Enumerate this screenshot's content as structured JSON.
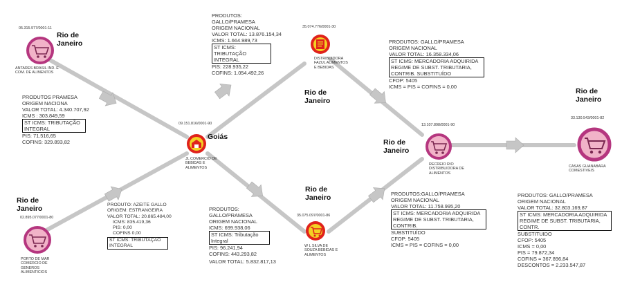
{
  "colors": {
    "ring": "#b5367f",
    "cart_fill": "#f1b3c8",
    "pin_red": "#e0221b",
    "pin_yellow": "#f3d123",
    "arrow": "#c6c6c6",
    "box_border": "#111111"
  },
  "nodes": {
    "antares": {
      "id": "05.315.977/0001-11",
      "city": "Rio de Janeiro",
      "name": "ANTARES BRASIL IND. E COM. DE ALIMENTOS",
      "icon": "shopping-cart-icon"
    },
    "porto": {
      "id": "02.895.077/0001-80",
      "city": "Rio de Janeiro",
      "name": "PORTO DE MAR COMERCIO DE GENEROS ALIMENTICIOS",
      "icon": "shopping-cart-icon"
    },
    "jl": {
      "id": "09.151.816/0001-90",
      "city": "Goiás",
      "name": "JL COMERCIO DE BEBIDAS E ALIMENTOS",
      "icon": "warehouse-pin-icon"
    },
    "azul": {
      "id": "35.074.776/0001-30",
      "city": "Rio de Janeiro",
      "name": "DISTRIBUIDORA FAZUL ALIMENTOS E BEBIDAS",
      "icon": "document-pin-icon"
    },
    "wl": {
      "id": "35.075.097/0001-86",
      "city": "Rio de Janeiro",
      "name": "W L SILVA DE SOUZA BEBIDAS E ALIMENTOS",
      "icon": "shopping-cart-icon"
    },
    "recreio": {
      "id": "13.107.898/0001-90",
      "city": "Rio de Janeiro",
      "name": "RECREIO RIO DISTRIBUIDORA DE ALIMENTOS",
      "icon": "shopping-cart-icon"
    },
    "casas": {
      "id": "33.130.543/0001-82",
      "city": "Rio de Janeiro",
      "name": "CASAS GUANABARA COMESTIVEIS",
      "icon": "shopping-cart-icon"
    }
  },
  "info": {
    "antares": {
      "l1": "PRODUTOS PRAMESA",
      "l2": "ORIGEM NACIONA",
      "l3": "VALOR TOTAL: 4.340.707,92",
      "l4": "ICMS : 303.849,59",
      "box": "ST ICMS: TRIBUTAÇÃO INTEGRAL",
      "l5": "PIS: 71.516,65",
      "l6": "COFINS: 329.893,82"
    },
    "porto": {
      "l1": "PRODUTO: AZEITE GALLO",
      "l2": "ORIGEM: ESTRANGEIRA",
      "l3": "VALOR TOTAL: 20.865.484,00",
      "l4": "ICMS: 835.419,36",
      "l5": "PIS: 0,00",
      "l6": "COFINS 0,00",
      "box": "ST ICMS: TRIBUTAÇÃO INTEGRAL"
    },
    "azul": {
      "l1": "PRODUTOS:",
      "l2": "GALLO/PRAMESA",
      "l3": "ORIGEM NACIONAL",
      "l4": "VALOR TOTAL: 13.876.154,34",
      "l5": "ICMS: 1.664.989,73",
      "box": "ST ICMS: TRIBUTAÇÃO INTEGRAL",
      "l6": "PIS: 228.935,22",
      "l7": "COFINS: 1.054.492,26"
    },
    "wl": {
      "l1": "PRODUTOS:",
      "l2": "GALLO/PRAMESA",
      "l3": "ORIGEM NACIONAL",
      "l4": "ICMS: 699.938,06",
      "box": "ST ICMS: Tributação Integral",
      "l5": "PIS: 96.241,94",
      "l6": "COFINS:   443.293,82",
      "l7": "VALOR TOTAL: 5.832.817,13"
    },
    "recreio_top": {
      "l1": "PRODUTOS: GALLO/PRAMESA",
      "l2": "ORIGEM NACIONAL",
      "l3": "VALOR TOTAL: 16.358.334,06",
      "box": "ST ICMS: MERCADORIA ADQUIRIDA REGIME DE SUBST. TRIBUTARIA, CONTRIB. SUBSTITUÍDO",
      "l4": "CFOP: 5405",
      "l5": "ICMS = PIS = COFINS = 0,00"
    },
    "recreio_bottom": {
      "l1": "PRODUTOS:GALLO/PRAMESA",
      "l2": "ORIGEM NACIONAL",
      "l3": "VALOR TOTAL: 11.758.995,20",
      "box": "ST ICMS: MERCADORIA ADQUIRIDA REGIME DE SUBST. TRIBUTARIA, CONTRIB.",
      "l4": "SUBSTITUÍDO",
      "l5": "CFOP: 5405",
      "l6": "ICMS = PIS = COFINS = 0,00"
    },
    "casas": {
      "l1": "PRODUTOS: GALLO/PRAMESA",
      "l2": "ORIGEM NACIONAL",
      "l3": "VALOR TOTAL: 32.803.169,87",
      "box": "ST ICMS: MERCADORIA ADQUIRIDA REGIME DE SUBST. TRIBUTARIA, CONTR.",
      "l4": "SUBSTITUIDO",
      "l5": "CFOP: 5405",
      "l6": "ICMS = 0,00",
      "l7": "PIS = 79.872,34",
      "l8": "COFINS = 367.896,84",
      "l9": "DESCONTOS = 2.233.547,87"
    }
  },
  "top_label": "Rio de Janeiro"
}
